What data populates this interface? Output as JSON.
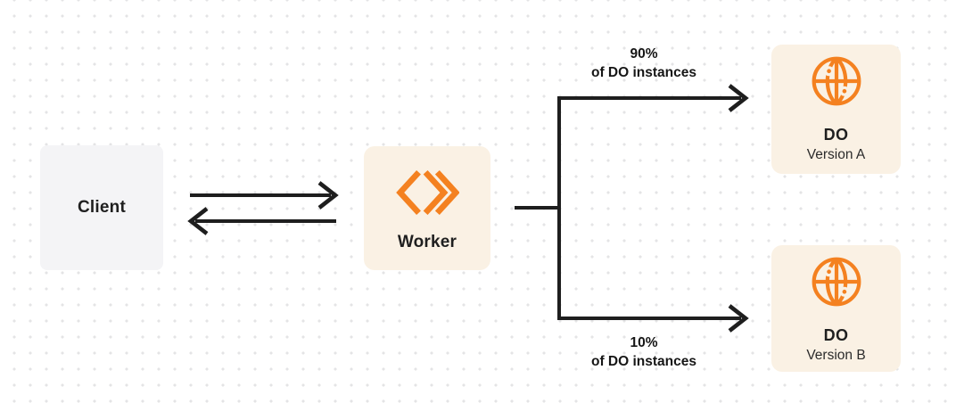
{
  "diagram": {
    "nodes": {
      "client": {
        "label": "Client"
      },
      "worker": {
        "label": "Worker",
        "icon": "workers-chevron-icon"
      },
      "do_version_a": {
        "title": "DO",
        "subtitle": "Version A",
        "icon": "durable-object-globe-icon"
      },
      "do_version_b": {
        "title": "DO",
        "subtitle": "Version B",
        "icon": "durable-object-globe-icon"
      }
    },
    "edges": {
      "client_worker": {
        "type": "bidirectional-arrows"
      },
      "split_top": {
        "label_line1": "90%",
        "label_line2": "of DO instances"
      },
      "split_bottom": {
        "label_line1": "10%",
        "label_line2": "of DO instances"
      }
    },
    "colors": {
      "accent_orange": "#f48120",
      "node_cream_bg": "#faf1e4",
      "node_gray_bg": "#f4f4f6",
      "connector_dark": "#1e1e1e",
      "dot_grid": "#e4e4e6",
      "background": "#ffffff"
    }
  }
}
